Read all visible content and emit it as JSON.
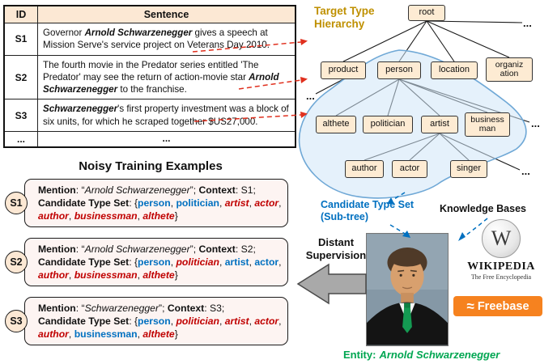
{
  "colors": {
    "type_blue": "#0070C0",
    "noise_red": "#C00000",
    "entity_green": "#00A651",
    "hierarchy_title_olive": "#BF9000",
    "node_fill": "#FDEBD3",
    "blob_fill": "#CFE6F7",
    "freebase_orange": "#F6821F",
    "arrow_red": "#E0301E",
    "arrow_gray": "#A9A9A9"
  },
  "table": {
    "headers": [
      "ID",
      "Sentence"
    ],
    "rows": [
      {
        "id": "S1",
        "segments": [
          {
            "t": "Governor "
          },
          {
            "t": "Arnold Schwarzenegger",
            "b": true
          },
          {
            "t": " gives a speech at Mission Serve's service project on Veterans Day 2010."
          }
        ]
      },
      {
        "id": "S2",
        "segments": [
          {
            "t": "The fourth movie in the Predator series entitled 'The Predator' may see the return of action-movie star "
          },
          {
            "t": "Arnold Schwarzenegger",
            "b": true
          },
          {
            "t": " to the franchise."
          }
        ]
      },
      {
        "id": "S3",
        "segments": [
          {
            "t": "Schwarzenegger",
            "b": true
          },
          {
            "t": "'s first property investment was a block of six units, for which he scraped together $US27,000."
          }
        ]
      },
      {
        "id": "...",
        "center": true,
        "segments": [
          {
            "t": "..."
          }
        ]
      }
    ]
  },
  "noisy": {
    "title": "Noisy Training Examples",
    "labels": {
      "mention": "Mention",
      "context": "Context",
      "typeset": "Candidate Type Set"
    },
    "examples": [
      {
        "id": "S1",
        "mention": "Arnold Schwarzenegger",
        "context": "S1",
        "types": [
          {
            "t": "person",
            "c": "blue"
          },
          {
            "t": "politician",
            "c": "blue"
          },
          {
            "t": "artist",
            "c": "red"
          },
          {
            "t": "actor",
            "c": "red"
          },
          {
            "t": "author",
            "c": "red"
          },
          {
            "t": "businessman",
            "c": "red"
          },
          {
            "t": "althete",
            "c": "red"
          }
        ]
      },
      {
        "id": "S2",
        "mention": "Arnold Schwarzenegger",
        "context": "S2",
        "types": [
          {
            "t": "person",
            "c": "blue"
          },
          {
            "t": "politician",
            "c": "red"
          },
          {
            "t": "artist",
            "c": "blue"
          },
          {
            "t": "actor",
            "c": "blue"
          },
          {
            "t": "author",
            "c": "red"
          },
          {
            "t": "businessman",
            "c": "red"
          },
          {
            "t": "althete",
            "c": "red"
          }
        ]
      },
      {
        "id": "S3",
        "mention": "Schwarzenegger",
        "context": "S3",
        "types": [
          {
            "t": "person",
            "c": "blue"
          },
          {
            "t": "politician",
            "c": "red"
          },
          {
            "t": "artist",
            "c": "red"
          },
          {
            "t": "actor",
            "c": "red"
          },
          {
            "t": "author",
            "c": "red"
          },
          {
            "t": "businessman",
            "c": "blue"
          },
          {
            "t": "althete",
            "c": "red"
          }
        ]
      }
    ]
  },
  "hierarchy": {
    "title": "Target Type Hierarchy",
    "ellipsis": "...",
    "nodes": {
      "root": "root",
      "product": "product",
      "person": "person",
      "location": "location",
      "organization": "organiz ation",
      "althete": "althete",
      "politician": "politician",
      "artist": "artist",
      "businessman": "business man",
      "author": "author",
      "actor": "actor",
      "singer": "singer"
    }
  },
  "annotations": {
    "candidate_label": "Candidate Type Set (Sub-tree)",
    "kb_label": "Knowledge Bases",
    "distant_label": "Distant Supervision",
    "entity_prefix": "Entity:",
    "entity_name": "Arnold Schwarzenegger"
  },
  "logos": {
    "wikipedia_glyph": "W",
    "wikipedia_title": "WIKIPEDIA",
    "wikipedia_sub": "The Free Encyclopedia",
    "freebase_glyph": "≈",
    "freebase_name": "Freebase"
  }
}
